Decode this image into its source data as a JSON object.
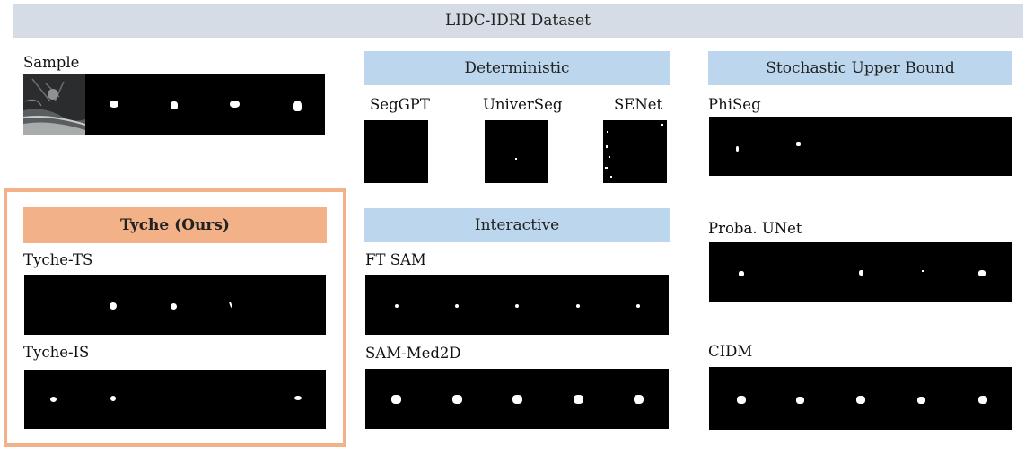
{
  "title": "LIDC-IDRI Dataset",
  "sample": {
    "label": "Sample"
  },
  "deterministic": {
    "header": "Deterministic",
    "methods": [
      "SegGPT",
      "UniverSeg",
      "SENet"
    ]
  },
  "stochastic": {
    "header": "Stochastic Upper Bound",
    "methods": [
      "PhiSeg",
      "Proba. UNet",
      "CIDM"
    ]
  },
  "tyche": {
    "header": "Tyche (Ours)",
    "variants": [
      "Tyche-TS",
      "Tyche-IS"
    ]
  },
  "interactive": {
    "header": "Interactive",
    "methods": [
      "FT SAM",
      "SAM-Med2D"
    ]
  },
  "colors": {
    "title_bg": "#d6dce6",
    "section_bg": "#bcd7ed",
    "tyche_bg": "#f2b187",
    "tyche_border": "#f2b187"
  }
}
